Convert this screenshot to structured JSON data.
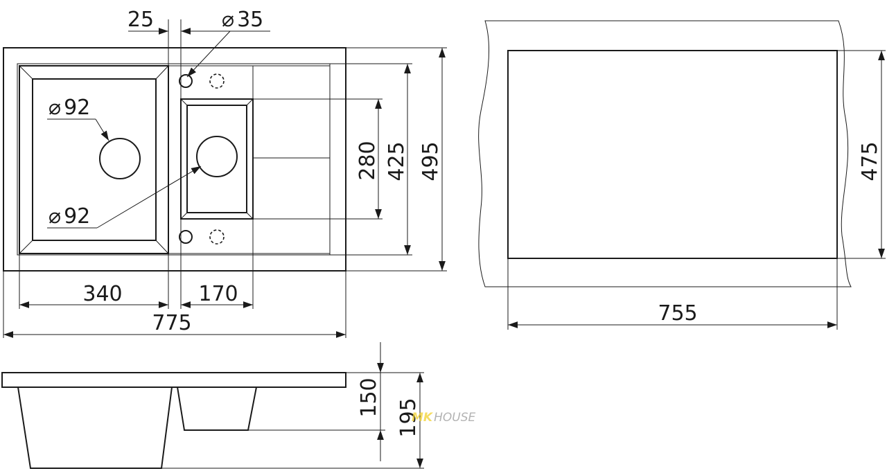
{
  "plan_view": {
    "dim_25": "25",
    "dim_dia35": "35",
    "dim_dia92_main": "92",
    "dim_dia92_small": "92",
    "dim_280": "280",
    "dim_425": "425",
    "dim_495": "495",
    "dim_340": "340",
    "dim_170": "170",
    "dim_775": "775"
  },
  "cutout_view": {
    "dim_475": "475",
    "dim_755": "755"
  },
  "section_view": {
    "dim_150": "150",
    "dim_195": "195"
  },
  "watermark": {
    "brand_a": "MK",
    "brand_b": "HOUSE",
    "color_a": "#f2d230",
    "color_b": "#9a9a9a"
  },
  "diameter_symbol": "⌀",
  "line_color": "#1a1a1a"
}
